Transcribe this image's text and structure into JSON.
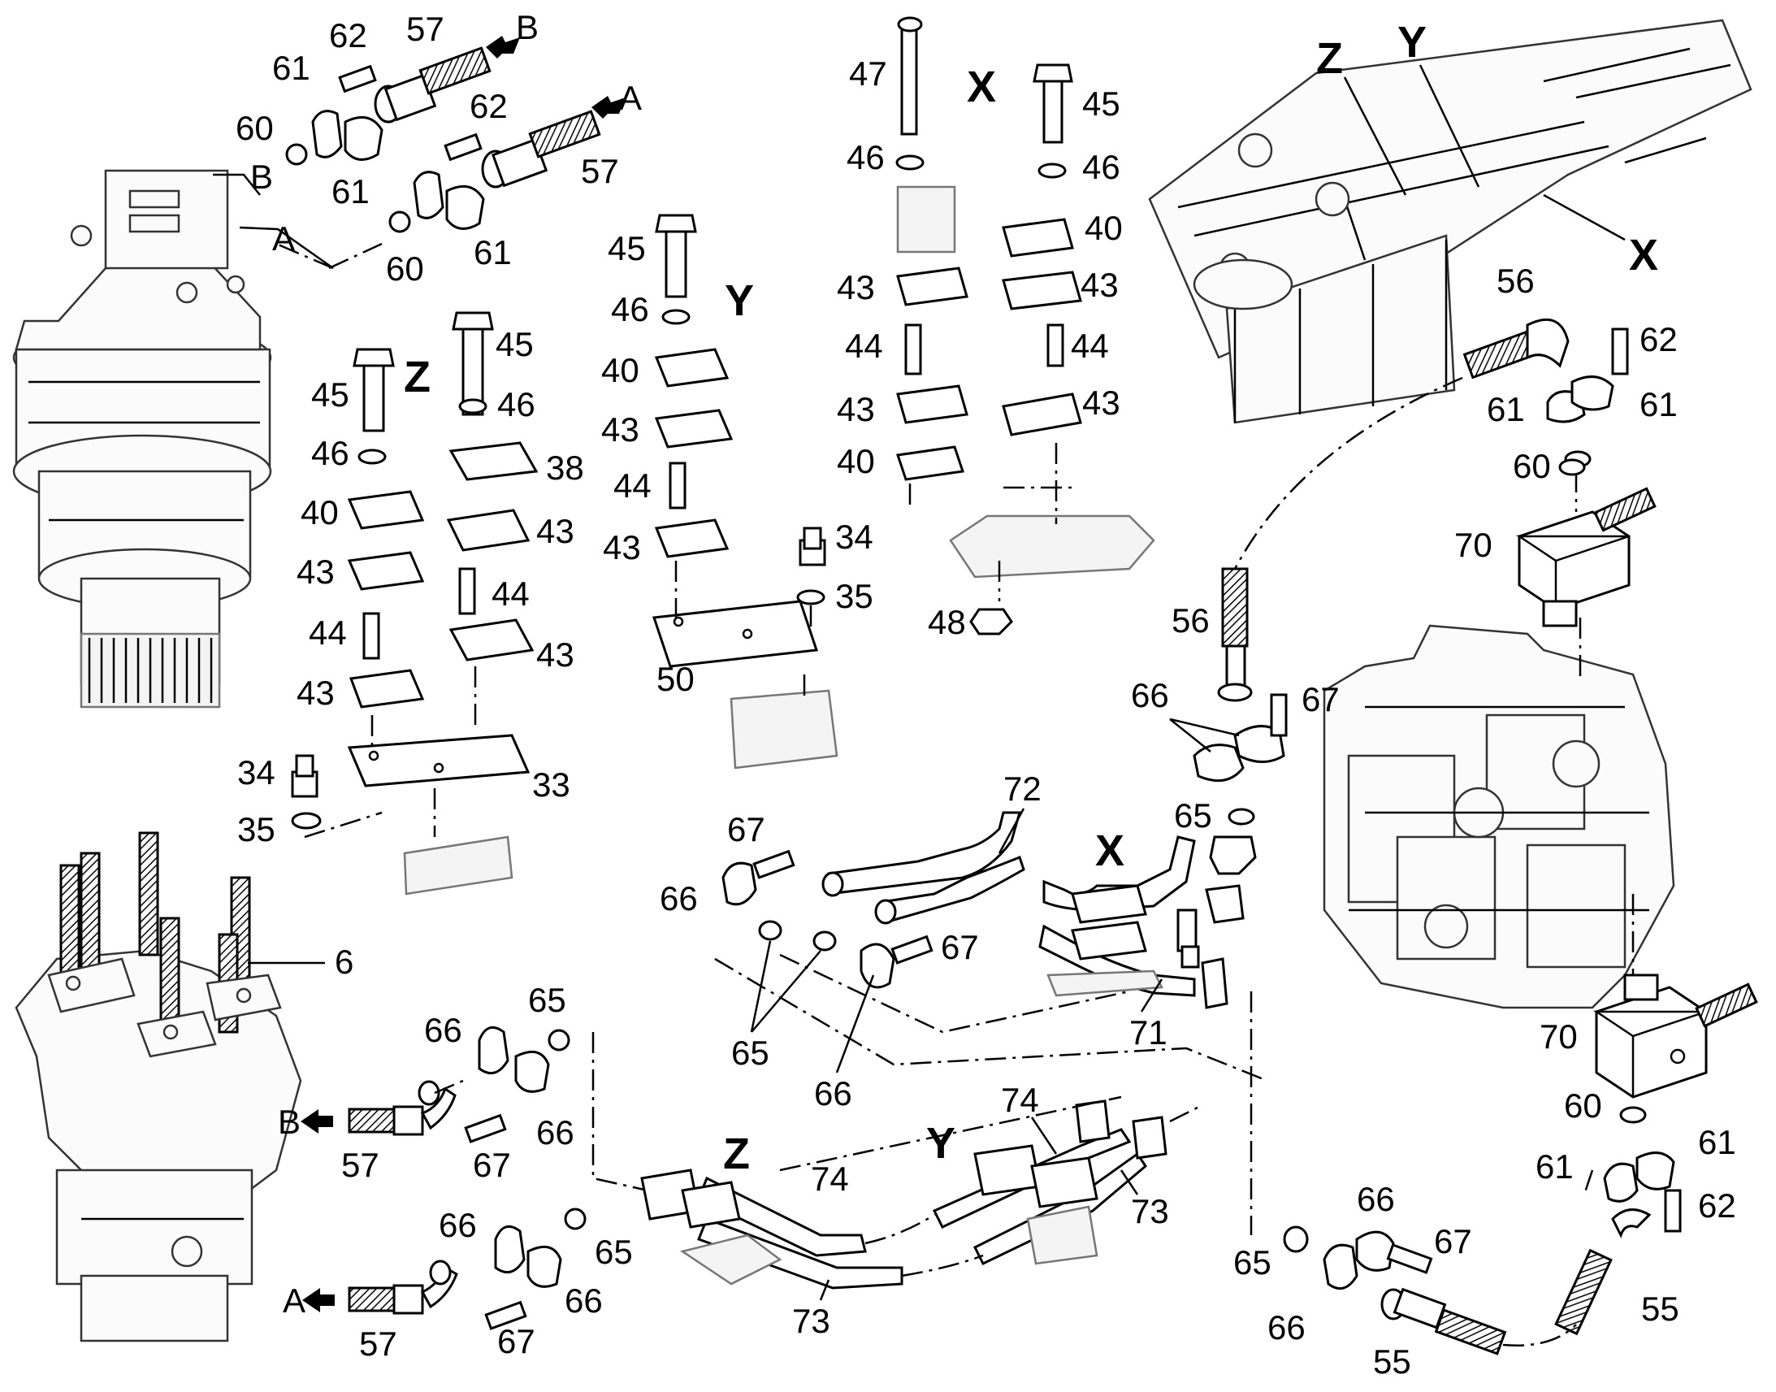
{
  "parts": {
    "p6": "6",
    "p33": "33",
    "p34": "34",
    "p35": "35",
    "p38": "38",
    "p40": "40",
    "p43": "43",
    "p44": "44",
    "p45": "45",
    "p46": "46",
    "p47": "47",
    "p48": "48",
    "p50": "50",
    "p55": "55",
    "p56": "56",
    "p57": "57",
    "p60": "60",
    "p61": "61",
    "p62": "62",
    "p65": "65",
    "p66": "66",
    "p67": "67",
    "p70": "70",
    "p71": "71",
    "p72": "72",
    "p73": "73",
    "p74": "74"
  },
  "views": {
    "x": "X",
    "y": "Y",
    "z": "Z"
  },
  "ports": {
    "a": "A",
    "b": "B"
  },
  "colors": {
    "line": "#000000",
    "background": "#ffffff",
    "ghost": "#777777"
  }
}
